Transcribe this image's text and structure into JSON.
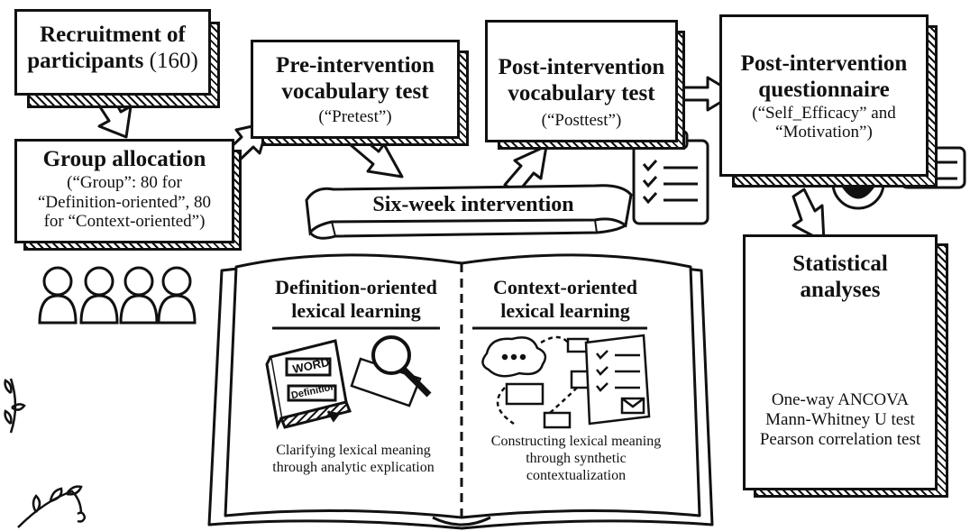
{
  "recruitment": {
    "title_line1": "Recruitment of",
    "title_line2_bold": "participants",
    "count": "(160)"
  },
  "group_allocation": {
    "title": "Group allocation",
    "line1": "(“Group”: 80 for",
    "line2": "“Definition-oriented”, 80",
    "line3": "for “Context-oriented”)"
  },
  "pretest": {
    "title_line1": "Pre-intervention",
    "title_line2": "vocabulary test",
    "label": "(“Pretest”)"
  },
  "posttest": {
    "title_line1": "Post-intervention",
    "title_line2": "vocabulary test",
    "label": "(“Posttest”)"
  },
  "questionnaire": {
    "title_line1": "Post-intervention",
    "title_line2": "questionnaire",
    "line1": "(“Self_Efficacy” and",
    "line2": "“Motivation”)"
  },
  "intervention": {
    "banner": "Six-week intervention"
  },
  "definition_oriented": {
    "title_line1": "Definition-oriented",
    "title_line2": "lexical learning",
    "card_word": "WORD",
    "card_definition": "Definition",
    "desc_line1": "Clarifying lexical meaning",
    "desc_line2": "through analytic explication"
  },
  "context_oriented": {
    "title_line1": "Context-oriented",
    "title_line2": "lexical learning",
    "desc_line1": "Constructing lexical meaning",
    "desc_line2": "through synthetic",
    "desc_line3": "contextualization"
  },
  "statistics": {
    "title_line1": "Statistical",
    "title_line2": "analyses",
    "tests": [
      "One-way ANCOVA",
      "Mann-Whitney U test",
      "Pearson correlation test"
    ]
  }
}
